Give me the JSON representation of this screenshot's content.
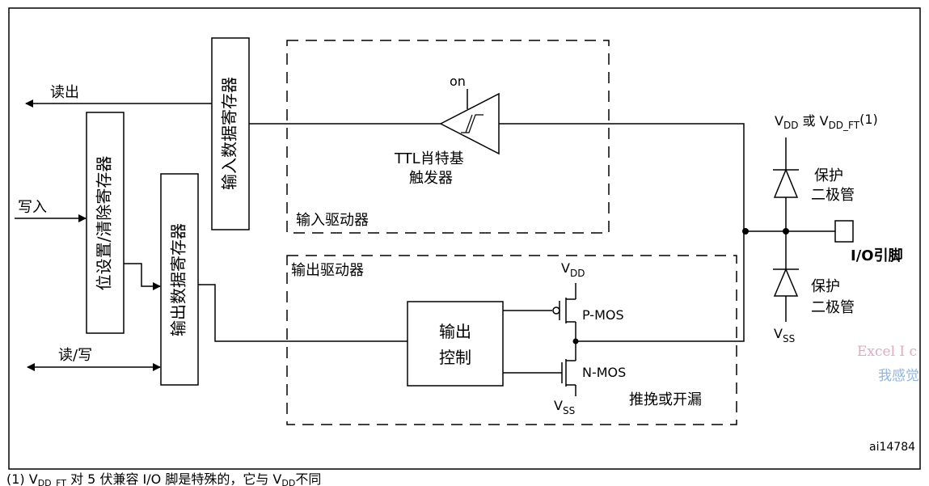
{
  "labels": {
    "read_out": "读出",
    "write_in": "写入",
    "read_write": "读/写",
    "bit_set_reset_register": "位设置/清除寄存器",
    "input_data_register": "输入数据寄存器",
    "output_data_register": "输出数据寄存器",
    "input_driver": "输入驱动器",
    "output_driver": "输出驱动器",
    "on": "on",
    "schmitt_trigger_line1": "TTL肖特基",
    "schmitt_trigger_line2": "触发器",
    "output_control_line1": "输出",
    "output_control_line2": "控制",
    "pmos": "P-MOS",
    "nmos": "N-MOS",
    "vdd_main": "V",
    "vdd_sub": "DD",
    "vss_main": "V",
    "vss_sub": "SS",
    "push_pull_open_drain": "推挽或开漏",
    "vdd_or_vddft_p1": "V",
    "vdd_or_vddft_sub1": "DD",
    "vdd_or_vddft_mid": " 或 V",
    "vdd_or_vddft_sub2": "DD_FT",
    "vdd_or_vddft_note": "(1)",
    "protect_diode_line1": "保护",
    "protect_diode_line2": "二极管",
    "io_pin": "I/O引脚",
    "figure_id": "ai14784",
    "watermark_line1": "Excel I c",
    "watermark_line2": "我感觉"
  },
  "footnote": {
    "prefix": "(1) V",
    "sub1": "DD_FT",
    "mid": " 对 5 伏兼容 I/O 脚是特殊的，它与 V",
    "sub2": "DD",
    "suffix": "不同"
  }
}
